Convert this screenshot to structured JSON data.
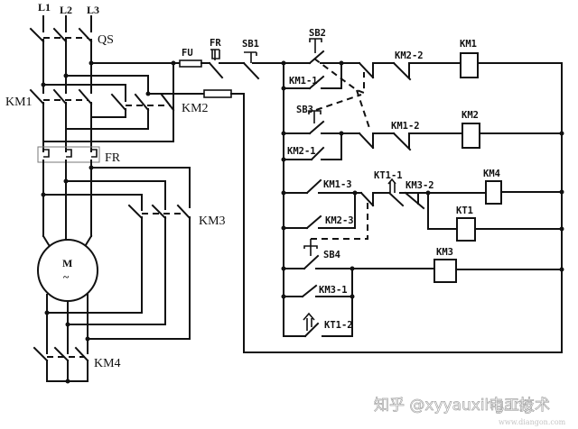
{
  "diagram": {
    "type": "electrical-schematic",
    "main_circuit": {
      "phases": [
        "L1",
        "L2",
        "L3"
      ],
      "isolator": "QS",
      "forward_contactor": "KM1",
      "reverse_contactor": "KM2",
      "thermal_relay": "FR",
      "delta_contactor": "KM3",
      "star_contactor": "KM4",
      "motor": {
        "label": "M",
        "symbol": "~"
      }
    },
    "control_circuit": {
      "fuse": "FU",
      "fr_contact": "FR",
      "stop_button": "SB1",
      "forward_button": "SB2",
      "reverse_button": "SB3",
      "star_delta_button": "SB4",
      "contacts": {
        "km1_1": "KM1-1",
        "km2_2": "KM2-2",
        "km1_2": "KM1-2",
        "km2_1": "KM2-1",
        "km1_3": "KM1-3",
        "km2_3": "KM2-3",
        "kt1_1": "KT1-1",
        "km3_2": "KM3-2",
        "km3_1": "KM3-1",
        "kt1_2": "KT1-2"
      },
      "coils": {
        "km1": "KM1",
        "km2": "KM2",
        "km4": "KM4",
        "kt1": "KT1",
        "km3": "KM3"
      }
    }
  },
  "watermark": {
    "text": "知乎 @xyyauxihgang",
    "overlay": "电工技术",
    "site": "www.diangon.com"
  }
}
